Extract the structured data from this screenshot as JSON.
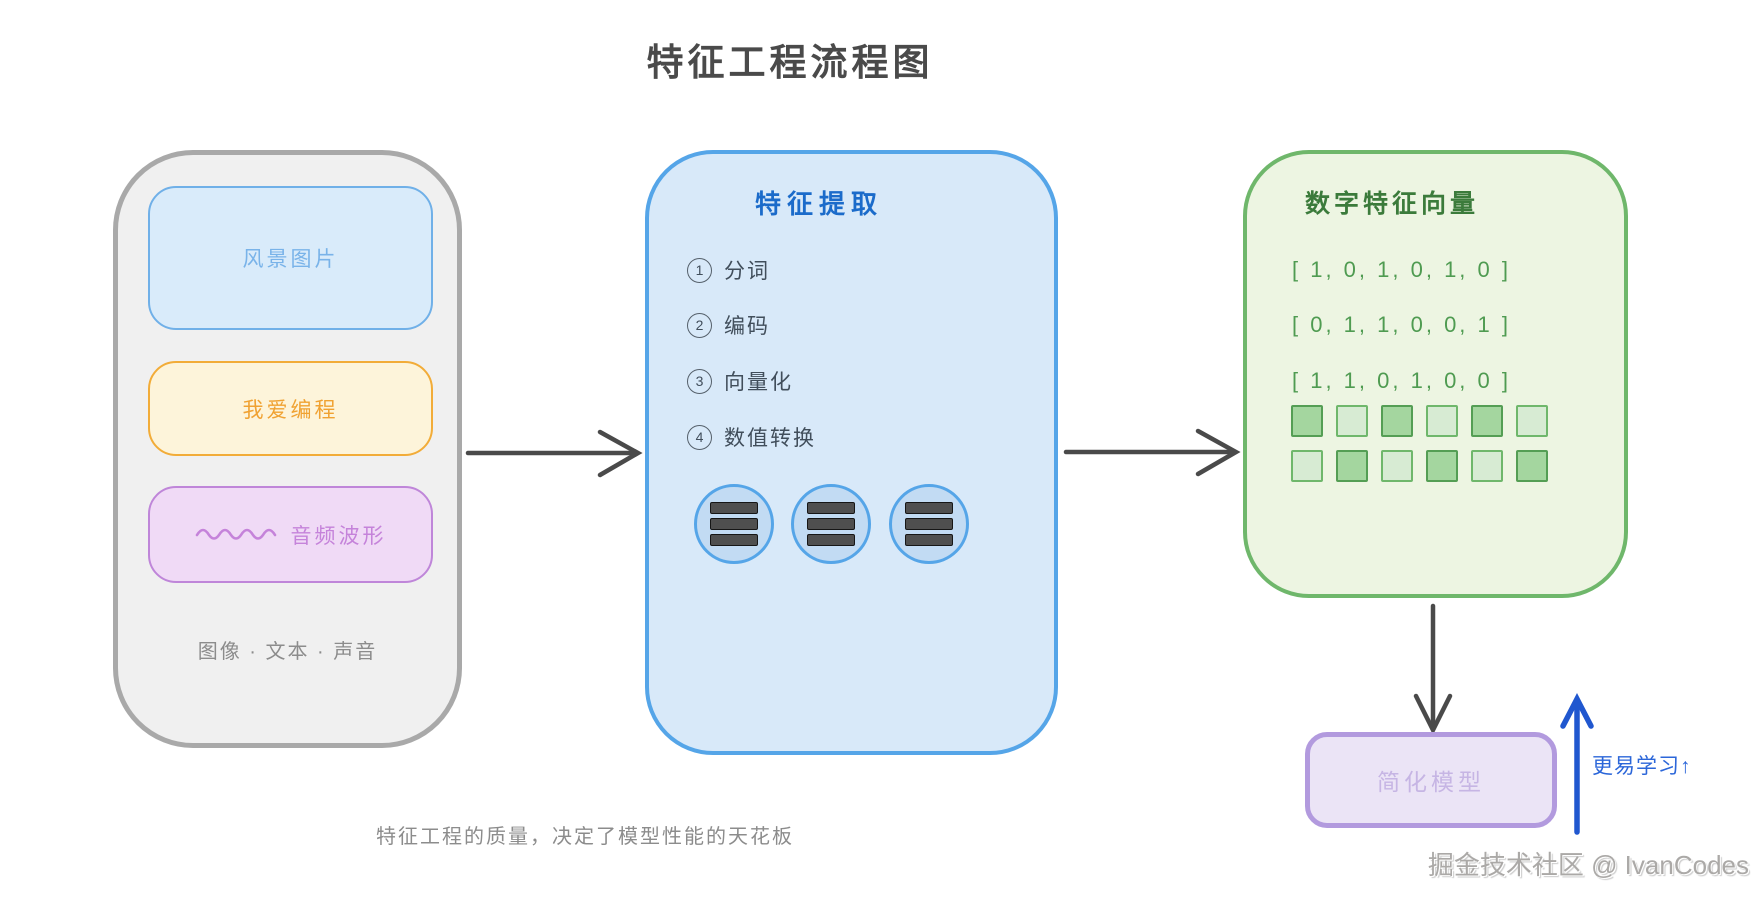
{
  "title": "特征工程流程图",
  "colors": {
    "accent_blue": "#55a5e8",
    "accent_blue_dark": "#1b6bca",
    "accent_green": "#6fb76b",
    "accent_green_dark": "#3b7b3b",
    "accent_orange": "#f2ac38",
    "accent_purple": "#bf86d9",
    "model_purple": "#b29ade",
    "learn_arrow_blue": "#2b66d9",
    "arrow_gray": "#4a4a4a"
  },
  "input_panel": {
    "items": [
      {
        "label": "风景图片",
        "kind": "image"
      },
      {
        "label": "我爱编程",
        "kind": "text"
      },
      {
        "label": "音频波形",
        "kind": "audio"
      }
    ],
    "caption": "图像 · 文本 · 声音"
  },
  "extraction_panel": {
    "title": "特征提取",
    "steps": [
      {
        "num": "1",
        "label": "分词"
      },
      {
        "num": "2",
        "label": "编码"
      },
      {
        "num": "3",
        "label": "向量化"
      },
      {
        "num": "4",
        "label": "数值转换"
      }
    ]
  },
  "vector_panel": {
    "title": "数字特征向量",
    "vectors": [
      "[ 1, 0, 1, 0, 1, 0 ]",
      "[ 0, 1, 1, 0, 0, 1 ]",
      "[ 1, 1, 0, 1, 0, 0 ]"
    ],
    "grid": [
      [
        1,
        0,
        1,
        0,
        1,
        0
      ],
      [
        0,
        1,
        0,
        1,
        0,
        1
      ]
    ]
  },
  "model_box": {
    "label": "简化模型"
  },
  "learn_note": "更易学习↑",
  "bottom_caption": "特征工程的质量，决定了模型性能的天花板",
  "watermark": "掘金技术社区 @ IvanCodes"
}
